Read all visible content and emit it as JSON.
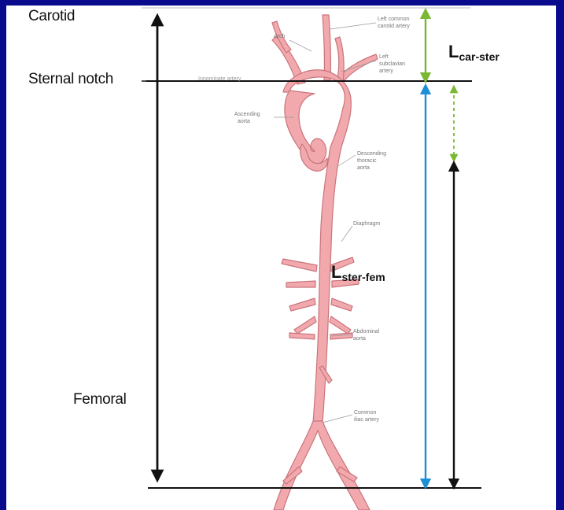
{
  "labels": {
    "carotid": "Carotid",
    "sternal_notch": "Sternal notch",
    "femoral": "Femoral",
    "l_car_ster_main": "L",
    "l_car_ster_sub": "car-ster",
    "l_ster_fem_main": "L",
    "l_ster_fem_sub": "ster-fem"
  },
  "anatomy": {
    "arch": "Arch",
    "left_common_carotid_1": "Left common",
    "left_common_carotid_2": "carotid artery",
    "left_subclavian_1": "Left",
    "left_subclavian_2": "subclavian",
    "left_subclavian_3": "artery",
    "innominate": "Innominate artery",
    "ascending_1": "Ascending",
    "ascending_2": "aorta",
    "descending_1": "Descending",
    "descending_2": "thoracic",
    "descending_3": "aorta",
    "diaphragm": "Diaphragm",
    "abdominal_1": "Abdominal",
    "abdominal_2": "aorta",
    "iliac_1": "Common",
    "iliac_2": "iliac artery"
  },
  "colors": {
    "background": "#0a0a8c",
    "slide": "#ffffff",
    "artery": "#f2a9ad",
    "artery_outline": "#c9747b",
    "black_arrow": "#111111",
    "green_arrow": "#7ab834",
    "blue_arrow": "#1c8fd6"
  }
}
